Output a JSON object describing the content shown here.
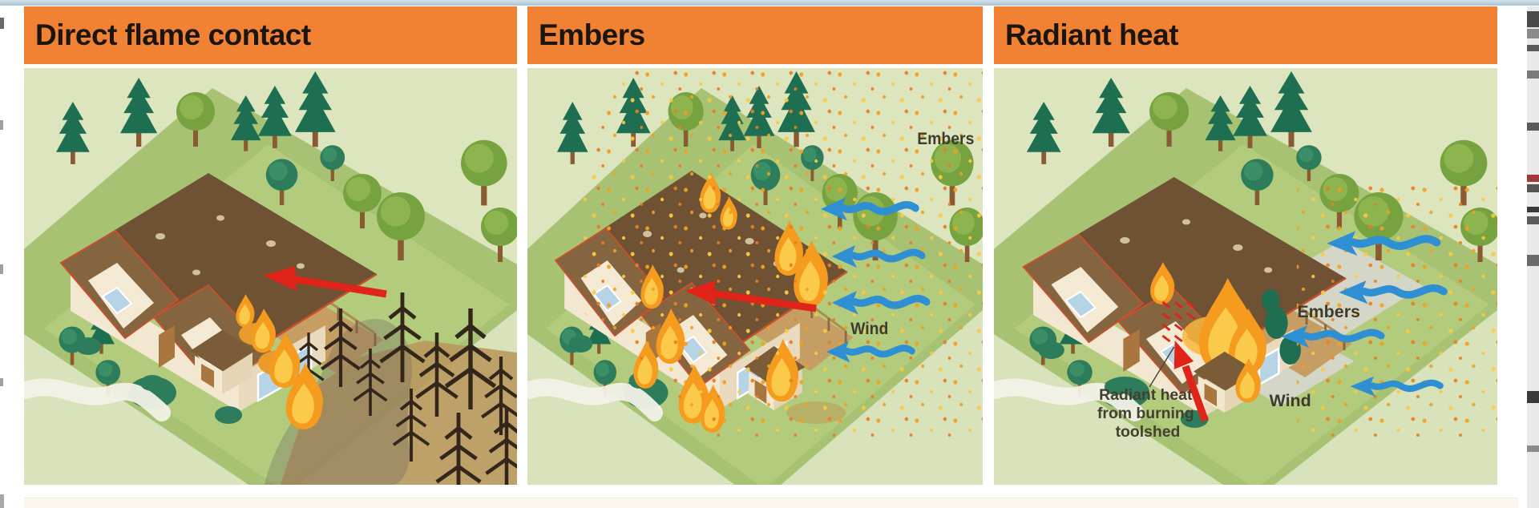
{
  "panels": [
    {
      "id": "direct-flame-contact",
      "title": "Direct flame contact",
      "labels": {}
    },
    {
      "id": "embers",
      "title": "Embers",
      "labels": {
        "embers": "Embers",
        "wind": "Wind"
      }
    },
    {
      "id": "radiant-heat",
      "title": "Radiant heat",
      "labels": {
        "embers": "Embers",
        "wind": "Wind",
        "callout_lines": [
          "Radiant heat",
          "from burning",
          "toolshed"
        ]
      }
    }
  ],
  "colors": {
    "header_bg": "#f18233",
    "header_text": "#1b1510",
    "arrow_red": "#e0241a",
    "wind_blue": "#2f8fd3",
    "ember_orange": "#f2a01f",
    "ground_green": "#b2cb7d",
    "hill_green": "#a8c274",
    "scene_light": "#dce5bd"
  }
}
